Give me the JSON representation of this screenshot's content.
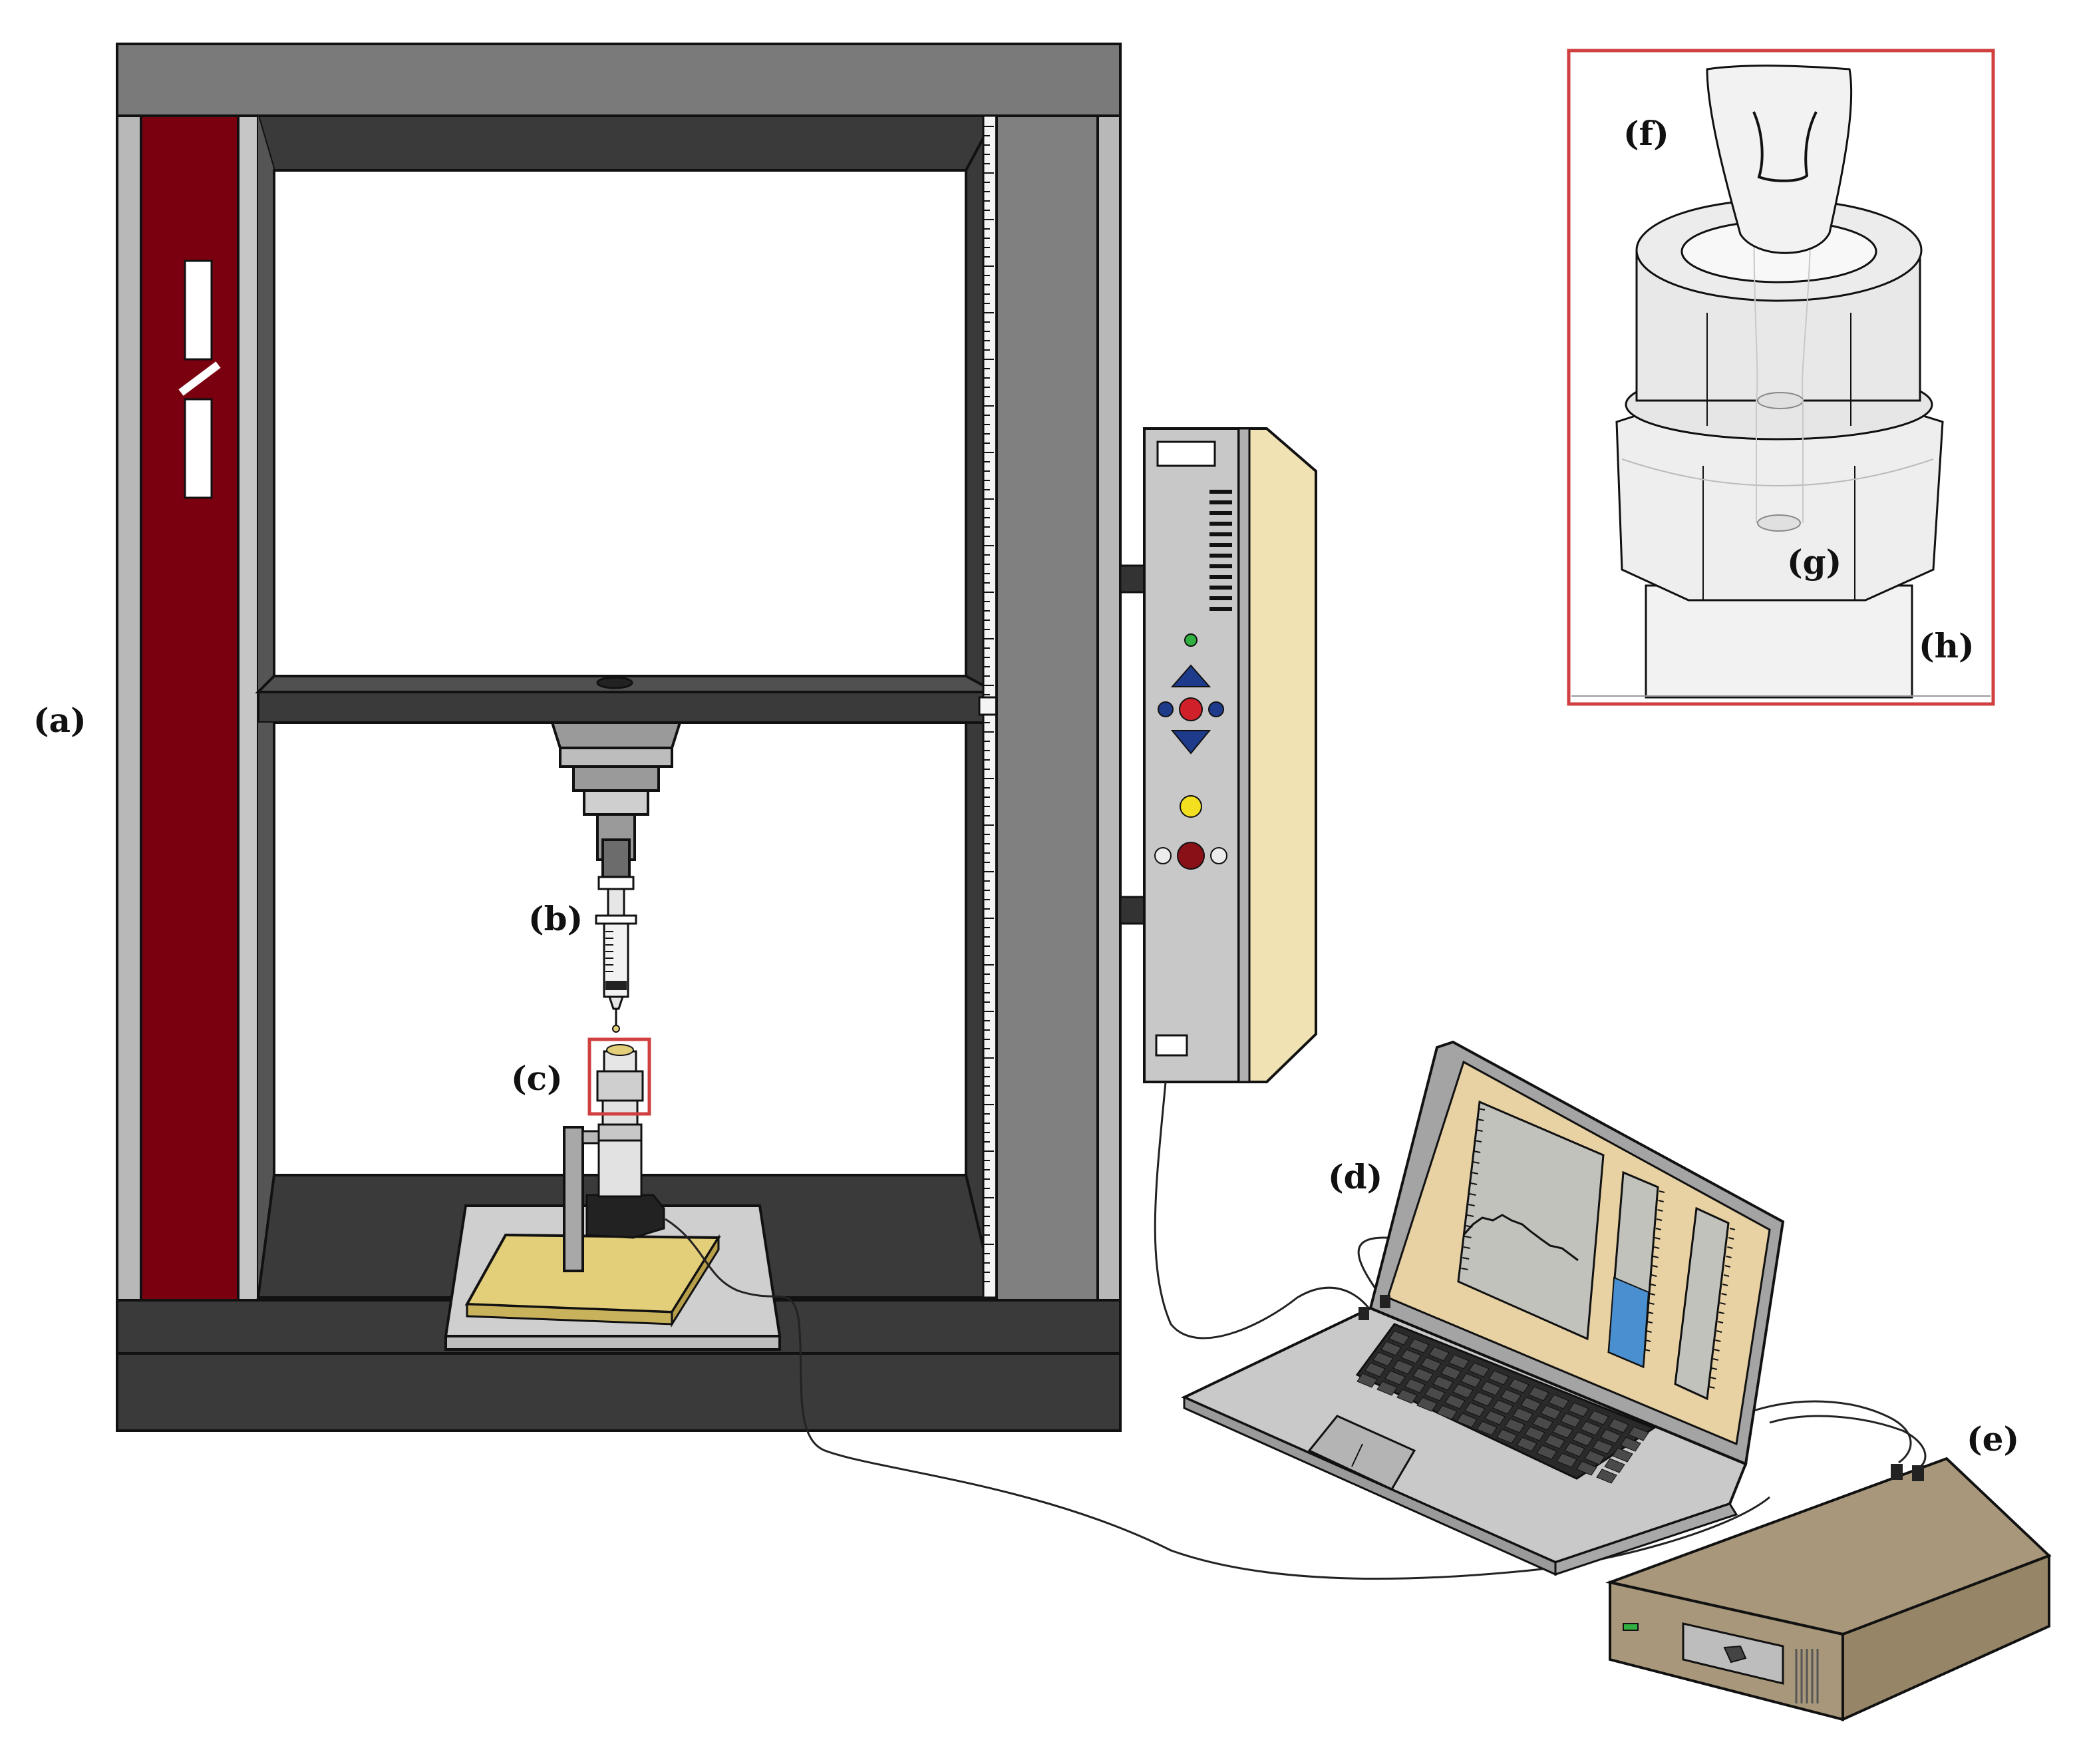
{
  "labels": {
    "a": "(a)",
    "b": "(b)",
    "c": "(c)",
    "d": "(d)",
    "e": "(e)",
    "f": "(f)",
    "g": "(g)",
    "h": "(h)"
  },
  "colors": {
    "frame_top": "#7a7a7a",
    "frame_dark": "#3a3a3a",
    "column_red": "#7a0010",
    "column_gray": "#808080",
    "panel_gray": "#c8c8c8",
    "panel_side": "#f1e2b4",
    "base_yellow": "#e3cf7a",
    "inset_border": "#d04040",
    "laptop_body": "#c9c9c9",
    "screen_bg": "#e8d2a4",
    "graph_bg": "#c2c2bd",
    "bar_blue": "#4a8fd0",
    "box_brown": "#a8977a",
    "button_blue": "#1e3a8a",
    "button_red": "#d0202a",
    "button_yellow": "#f2e020",
    "button_green": "#30b040",
    "button_darkred": "#8a1018"
  }
}
